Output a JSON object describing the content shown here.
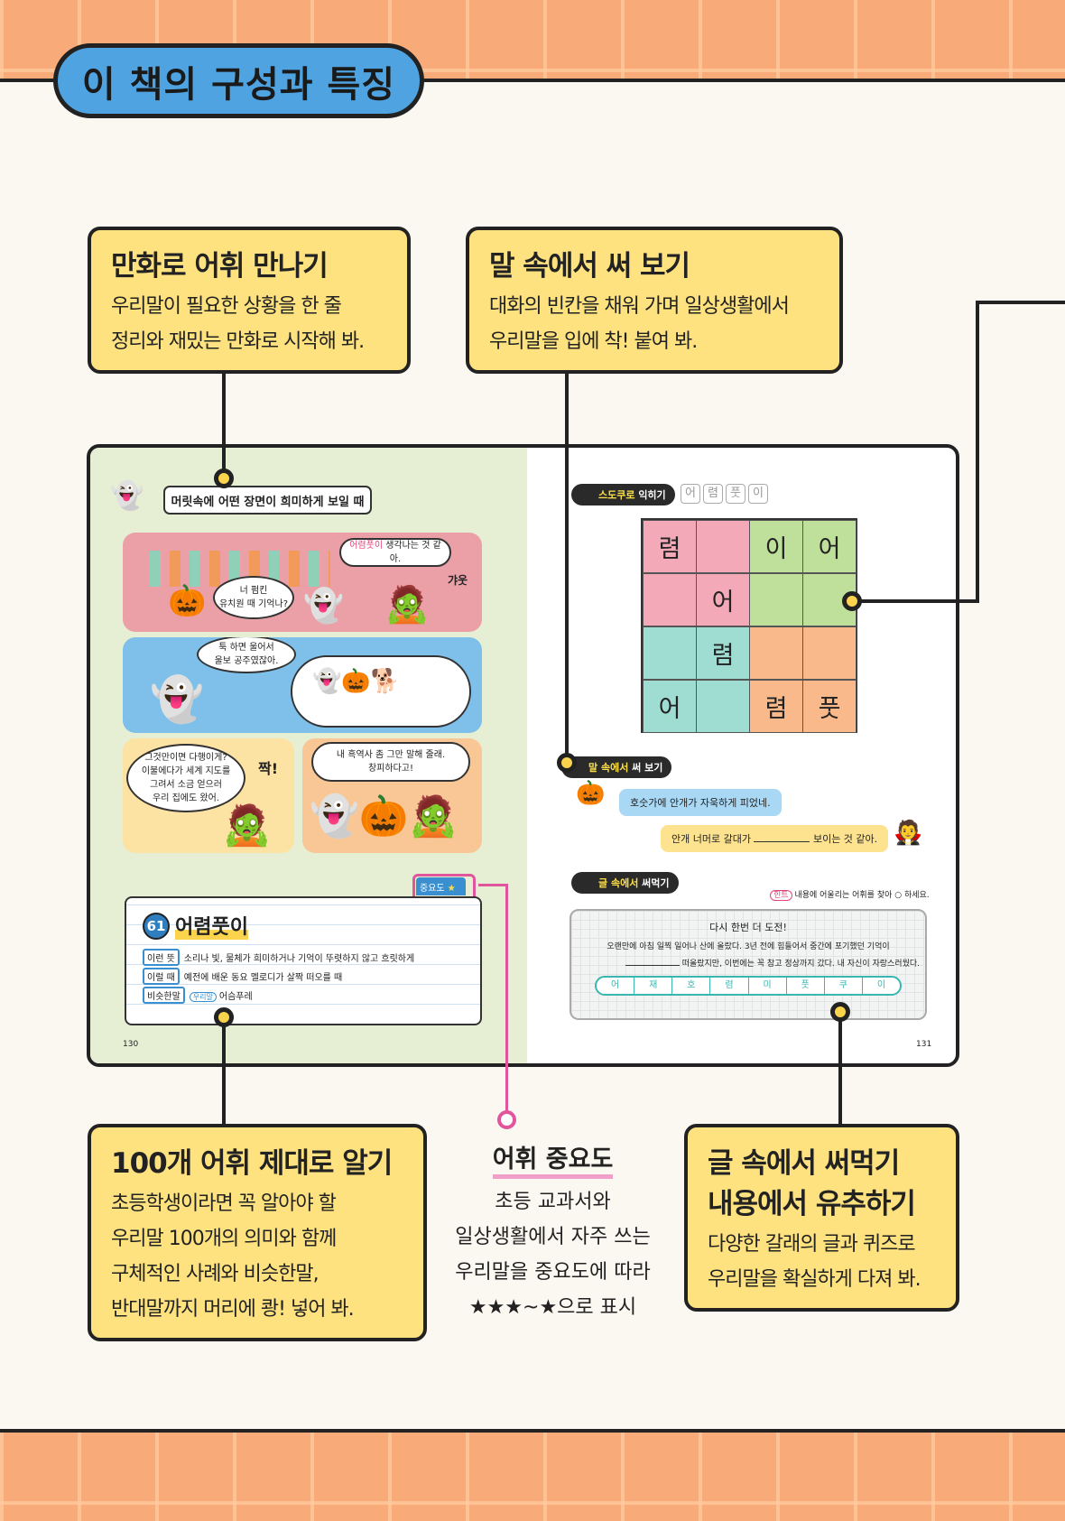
{
  "title": "이 책의 구성과 특징",
  "features": [
    {
      "heading": "만화로 어휘 만나기",
      "lines": [
        "우리말이 필요한 상황을 한 줄",
        "정리와 재밌는 만화로 시작해 봐."
      ]
    },
    {
      "heading": "말 속에서 써 보기",
      "lines": [
        "대화의 빈칸을 채워 가며 일상생활에서",
        "우리말을 입에 착! 붙여 봐."
      ]
    },
    {
      "heading": "100개 어휘 제대로 알기",
      "lines": [
        "초등학생이라면 꼭 알아야 할",
        "우리말 100개의 의미와 함께",
        "구체적인 사례와 비슷한말,",
        "반대말까지 머리에 쾅! 넣어 봐."
      ]
    },
    {
      "heading_lines": [
        "글 속에서 써먹기",
        "내용에서 유추하기"
      ],
      "lines": [
        "다양한 갈래의 글과 퀴즈로",
        "우리말을 확실하게 다져 봐."
      ]
    }
  ],
  "importance": {
    "heading": "어휘 중요도",
    "lines": [
      "초등 교과서와",
      "일상생활에서 자주 쓰는",
      "우리말을 중요도에 따라"
    ],
    "stars_line": "★★★~★으로 표시"
  },
  "left_page": {
    "situation": "머릿속에 어떤 장면이 희미하게 보일 때",
    "comic": {
      "p1_a": "너 펌킨",
      "p1_b": "유치원 때 기억나?",
      "p1_c_hl": "어렴풋이",
      "p1_c": " 생각나는 것 같아.",
      "p1_sfx": "갸웃",
      "p2_a": "툭 하면 울어서",
      "p2_b": "울보 공주였잖아.",
      "p3_lines": [
        "그것만이면 다행이게?",
        "이불에다가 세계 지도를",
        "그려서 소금 얻으러",
        "우리 집에도 왔어."
      ],
      "p3_sfx": "짝!",
      "p4_a": "내 흑역사 좀 그만 말해 줄래.",
      "p4_b": "창피하다고!"
    },
    "importance_tab": "중요도",
    "word_number": "61",
    "word": "어렴풋이",
    "meaning_tag": "이런 뜻",
    "meaning": "소리나 빛, 물체가 희미하거나 기억이 뚜렷하지 않고 흐릿하게",
    "usage_tag": "이럴 때",
    "usage": "예전에 배운 동요 멜로디가 살짝 떠오를 때",
    "synonym_tag": "비슷한말",
    "synonym_sub": "우리말",
    "synonym": "어슴푸레",
    "page_number": "130"
  },
  "right_page": {
    "sudoku_label_hl": "스도쿠로",
    "sudoku_label": " 익히기",
    "sudoku_letters": [
      "어",
      "렴",
      "풋",
      "이"
    ],
    "grid": [
      [
        "렴",
        "",
        "이",
        "어"
      ],
      [
        "",
        "어",
        "",
        ""
      ],
      [
        "",
        "렴",
        "",
        ""
      ],
      [
        "어",
        "",
        "렴",
        "풋"
      ]
    ],
    "speak_label_hl": "말 속에서",
    "speak_label": " 써 보기",
    "bubble1": "호숫가에 안개가 자욱하게 피었네.",
    "bubble2_a": "안개 너머로 갈대가",
    "bubble2_b": "보이는 것 같아.",
    "write_label_hl": "글 속에서",
    "write_label": " 써먹기",
    "hint_tag": "힌트",
    "hint": "내용에 어울리는 어휘를 찾아 ○ 하세요.",
    "ex_title": "다시 한번 더 도전!",
    "ex_line1": "오랜만에 아침 일찍 일어나 산에 올랐다. 3년 전에 힘들어서 중간에 포기했던 기억이",
    "ex_line2": "떠올랐지만, 이번에는 꼭 참고 정상까지 갔다. 내 자신이 자랑스러웠다.",
    "letters": [
      "어",
      "재",
      "호",
      "렴",
      "미",
      "풋",
      "쿠",
      "이"
    ],
    "page_number": "131"
  }
}
